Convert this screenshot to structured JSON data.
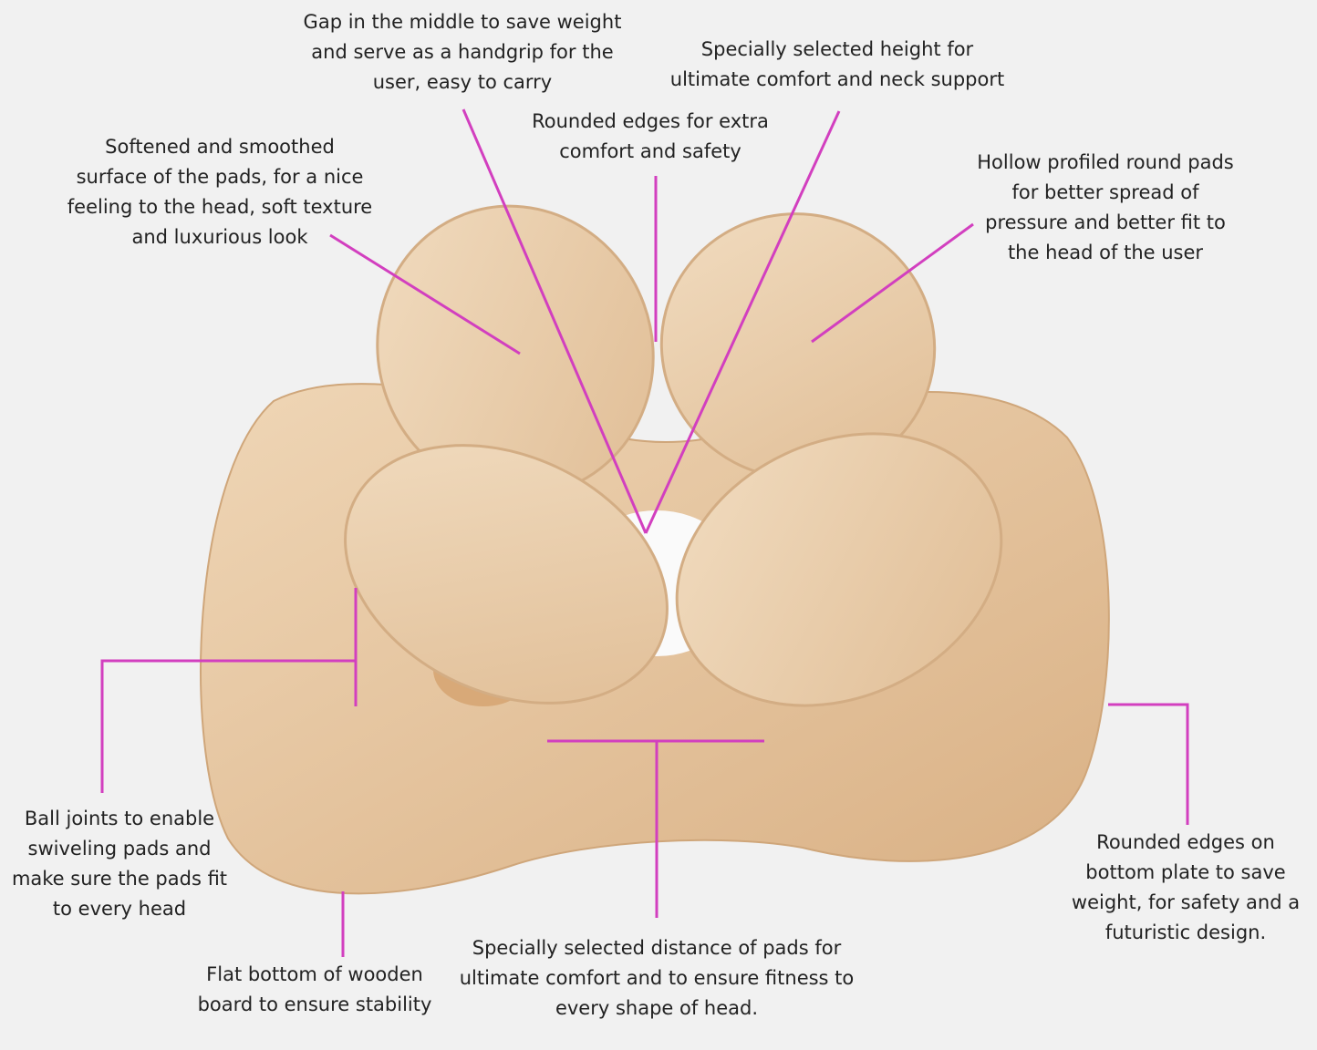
{
  "colors": {
    "leader_line": "#d23fbf",
    "wood": "#e8c9a3",
    "background": "#f1f1f1"
  },
  "labels": {
    "gap": [
      "Gap in the middle to save weight",
      "and serve as a handgrip for the",
      "user, easy to carry"
    ],
    "height": [
      "Specially selected height for",
      "ultimate comfort and neck support"
    ],
    "rounded_edges": [
      "Rounded edges for extra",
      "comfort and safety"
    ],
    "softened": [
      "Softened and smoothed",
      "surface of the pads, for a nice",
      "feeling to the head, soft texture",
      "and luxurious look"
    ],
    "hollow": [
      "Hollow profiled round pads",
      "for better spread  of",
      "pressure and better fit to",
      "the head of the user"
    ],
    "ball_joints": [
      "Ball joints to enable",
      "swiveling pads and",
      "make sure the pads fit",
      "to every head"
    ],
    "flat_bottom": [
      "Flat bottom of wooden",
      "board to ensure stability"
    ],
    "distance": [
      "Specially selected distance of pads for",
      "ultimate comfort and to ensure fitness to",
      "every shape of head."
    ],
    "bottom_plate": [
      "Rounded edges on",
      "bottom plate to save",
      "weight, for safety and a",
      "futuristic design."
    ]
  }
}
